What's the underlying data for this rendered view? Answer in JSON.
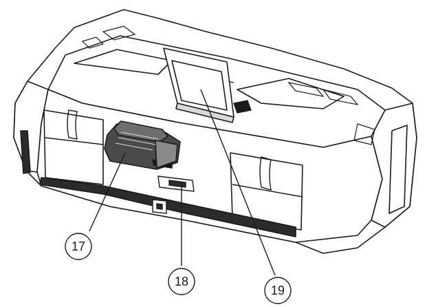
{
  "figure": {
    "callouts": [
      {
        "id": "17",
        "label": "17"
      },
      {
        "id": "18",
        "label": "18"
      },
      {
        "id": "19",
        "label": "19"
      }
    ],
    "colors": {
      "line": "#1a1a1a",
      "body": "#ffffff",
      "shade": "#d9d9d9",
      "dark": "#2b2b2b",
      "battery": "#4a4a4a"
    }
  }
}
